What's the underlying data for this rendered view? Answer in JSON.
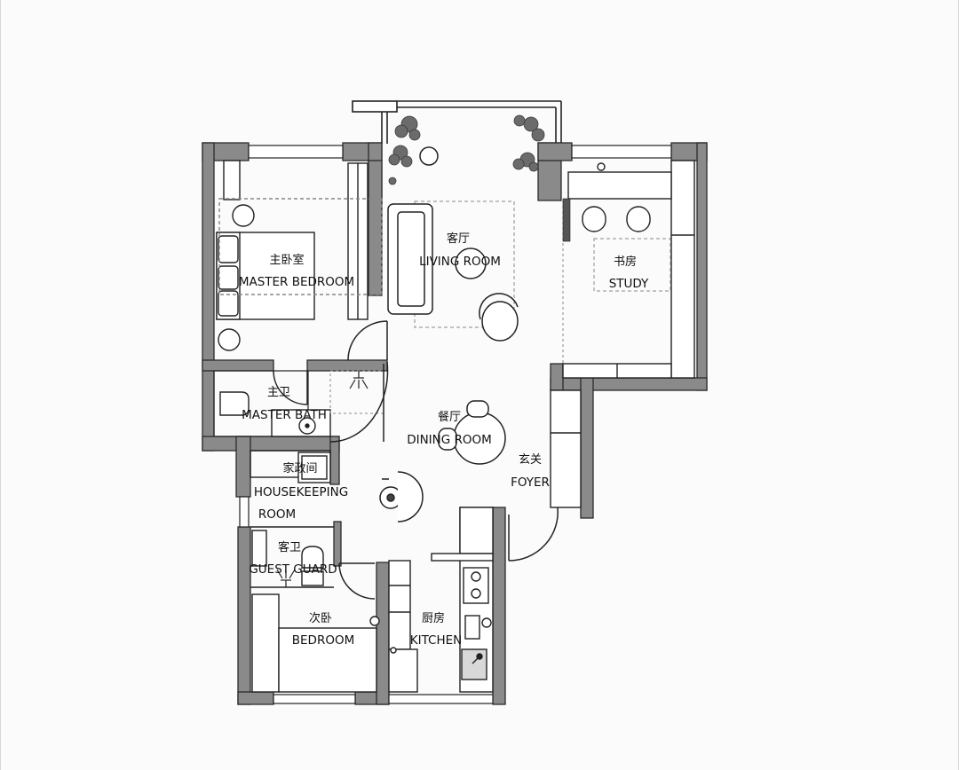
{
  "colors": {
    "wall": "#8a8a8a",
    "wall_edge": "#2b2b2b",
    "line": "#222222",
    "plant": "#6b6b6b",
    "rug_dash": "#777777"
  },
  "rooms": {
    "master_bedroom": {
      "cn": "主卧室",
      "en": "MASTER BEDROOM"
    },
    "living_room": {
      "cn": "客厅",
      "en": "LIVING ROOM"
    },
    "study": {
      "cn": "书房",
      "en": "STUDY"
    },
    "master_bath": {
      "cn": "主卫",
      "en": "MASTER BATH"
    },
    "dining_room": {
      "cn": "餐厅",
      "en": "DINING ROOM"
    },
    "foyer": {
      "cn": "玄关",
      "en": "FOYER"
    },
    "housekeeping": {
      "cn": "家政间",
      "en1": "HOUSEKEEPING",
      "en2": "ROOM"
    },
    "guest_bath": {
      "cn": "客卫",
      "en": "GUEST GUARD"
    },
    "bedroom": {
      "cn": "次卧",
      "en": "BEDROOM"
    },
    "kitchen": {
      "cn": "厨房",
      "en": "KITCHEN"
    }
  },
  "icons": {
    "plant": "potted-plant-icon",
    "lamp": "floor-lamp-icon",
    "chair": "chair-icon",
    "toilet": "toilet-icon",
    "sink": "sink-icon",
    "shower": "shower-icon",
    "stove": "stove-icon",
    "door": "door-swing-icon"
  }
}
